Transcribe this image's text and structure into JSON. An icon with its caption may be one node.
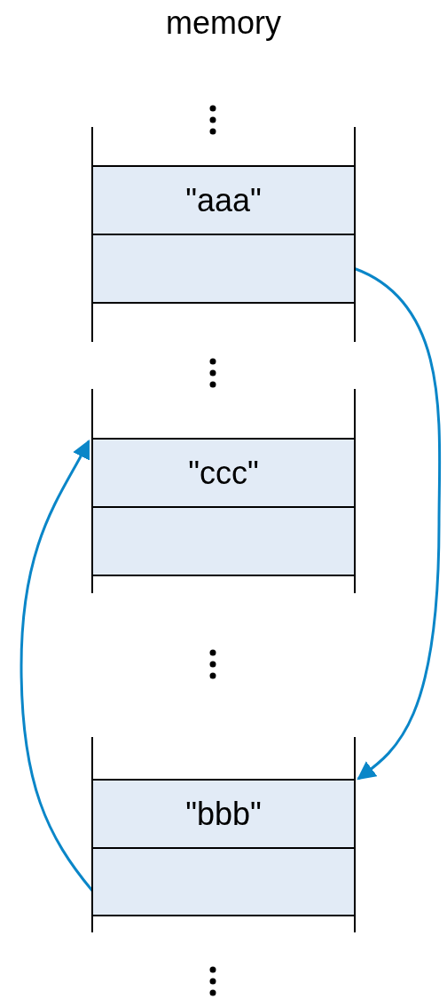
{
  "diagram": {
    "title": "memory",
    "nodes": [
      {
        "text": [
          "\"aaa\""
        ]
      },
      {
        "text": [],
        "shape": "box"
      },
      {
        "text": [
          "\"ccc\""
        ]
      },
      {
        "text": [],
        "shape": "box"
      },
      {
        "text": [
          "\"bbb\""
        ]
      },
      {
        "text": [],
        "shape": "box"
      }
    ],
    "edges": [
      {
        "from": 1,
        "to": 4,
        "arrow": "to"
      },
      {
        "from": 5,
        "to": 2,
        "arrow": "to"
      }
    ]
  }
}
